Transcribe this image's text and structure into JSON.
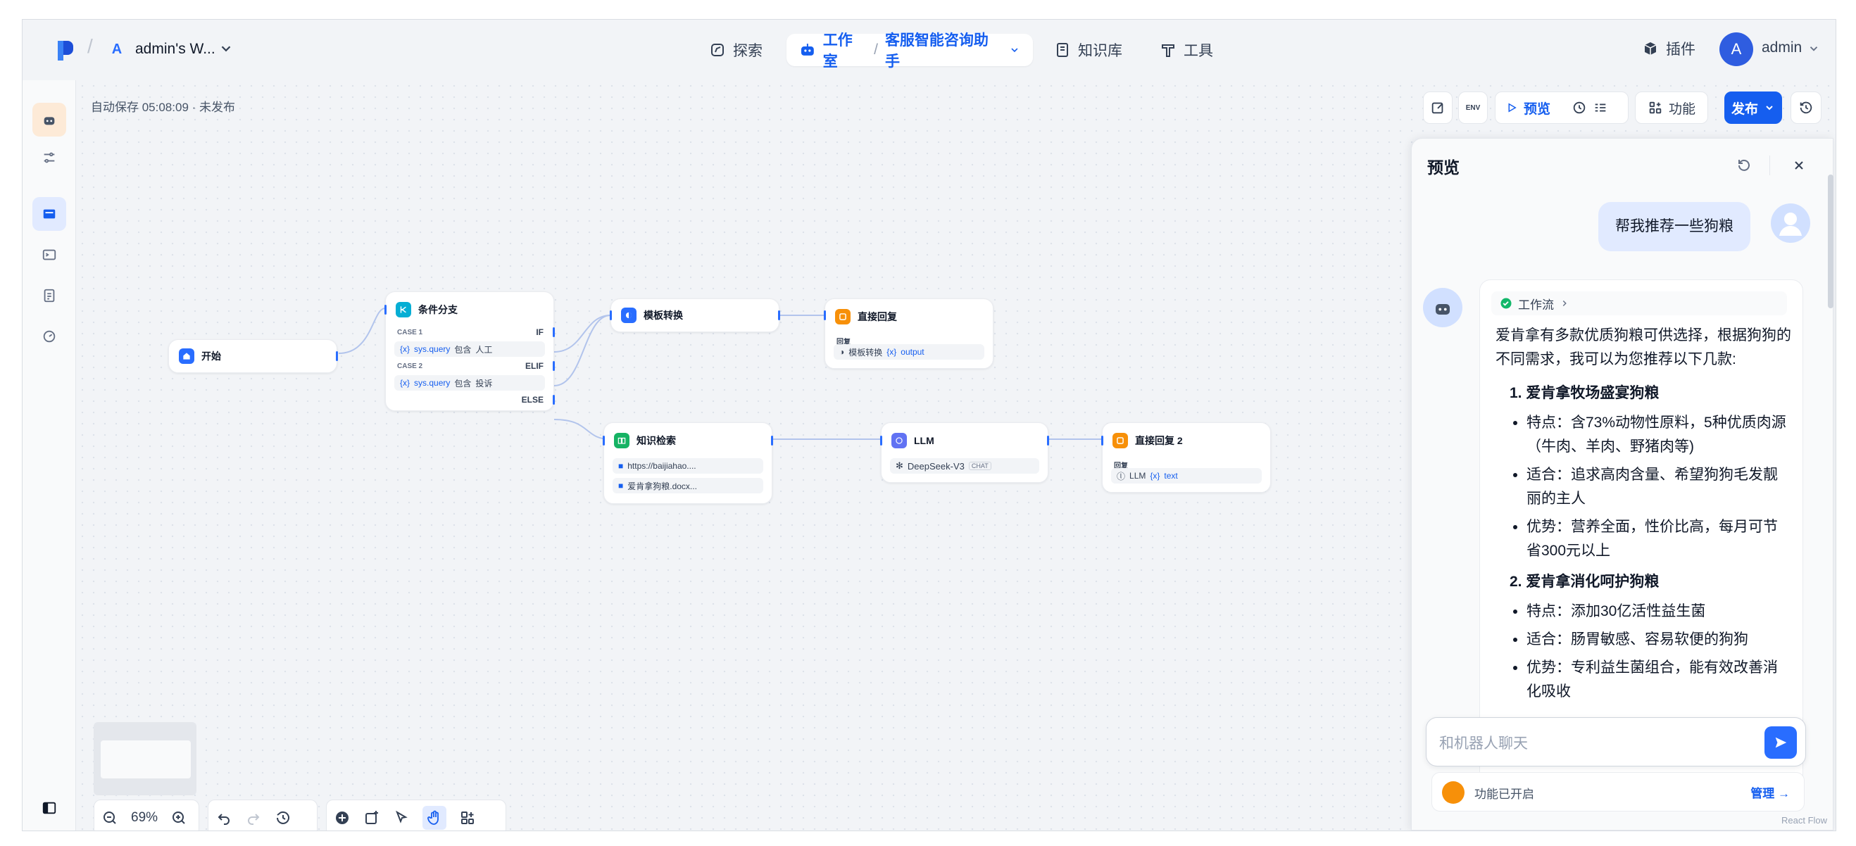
{
  "workspace": {
    "avatar": "A",
    "name": "admin's W..."
  },
  "nav": {
    "explore": "探索",
    "studio": "工作室",
    "app": "客服智能咨询助手",
    "knowledge": "知识库",
    "tools": "工具"
  },
  "plugin": "插件",
  "user": {
    "avatar": "A",
    "name": "admin"
  },
  "canvas": {
    "autosave": "自动保存 05:08:09 · 未发布",
    "zoom": "69%"
  },
  "toolbar": {
    "env": "ENV",
    "preview": "预览",
    "features": "功能",
    "publish": "发布"
  },
  "nodes": {
    "start": {
      "title": "开始"
    },
    "ifelse": {
      "title": "条件分支",
      "case1": "CASE 1",
      "if": "IF",
      "case1_var": "sys.query",
      "case1_op": "包含",
      "case1_val": "人工",
      "case2": "CASE 2",
      "elif": "ELIF",
      "case2_var": "sys.query",
      "case2_op": "包含",
      "case2_val": "投诉",
      "else": "ELSE"
    },
    "template": {
      "title": "模板转换"
    },
    "answer1": {
      "title": "直接回复",
      "label": "回复",
      "src": "模板转换",
      "var": "output"
    },
    "kr": {
      "title": "知识检索",
      "ds1": "https://baijiahao....",
      "ds2": "爱肯拿狗粮.docx..."
    },
    "llm": {
      "title": "LLM",
      "model": "DeepSeek-V3",
      "mode": "CHAT"
    },
    "answer2": {
      "title": "直接回复 2",
      "label": "回复",
      "src": "LLM",
      "var": "text"
    }
  },
  "panel": {
    "title": "预览",
    "user_msg": "帮我推荐一些狗粮",
    "workflow": "工作流",
    "intro": "爱肯拿有多款优质狗粮可供选择，根据狗狗的不同需求，我可以为您推荐以下几款:",
    "items": [
      {
        "title": "1. 爱肯拿牧场盛宴狗粮",
        "points": [
          "特点：含73%动物性原料，5种优质肉源（牛肉、羊肉、野猪肉等)",
          "适合：追求高肉含量、希望狗狗毛发靓丽的主人",
          "优势：营养全面，性价比高，每月可节省300元以上"
        ]
      },
      {
        "title": "2. 爱肯拿消化呵护狗粮",
        "points": [
          "特点：添加30亿活性益生菌",
          "适合：肠胃敏感、容易软便的狗狗",
          "优势：专利益生菌组合，能有效改善消化吸收"
        ]
      }
    ],
    "input_placeholder": "和机器人聊天",
    "features_on": "功能已开启",
    "manage": "管理"
  },
  "reactflow": "React Flow"
}
